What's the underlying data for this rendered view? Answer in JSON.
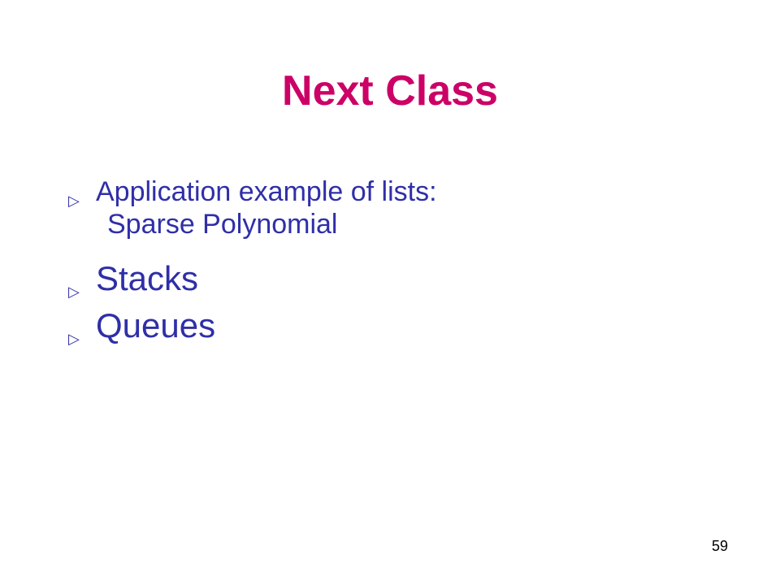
{
  "slide": {
    "title": "Next Class",
    "bullet_marker": "▷",
    "bullets": [
      {
        "line1": "Application example of lists:",
        "line2": "Sparse Polynomial"
      },
      {
        "text": "Stacks"
      },
      {
        "text": "Queues"
      }
    ],
    "page_number": "59"
  },
  "colors": {
    "title": "#cc0066",
    "body_text": "#2f2fa8",
    "background": "#ffffff",
    "page_number": "#000000"
  },
  "icons": {
    "bullet_marker": "triangle-right-outline-icon"
  }
}
